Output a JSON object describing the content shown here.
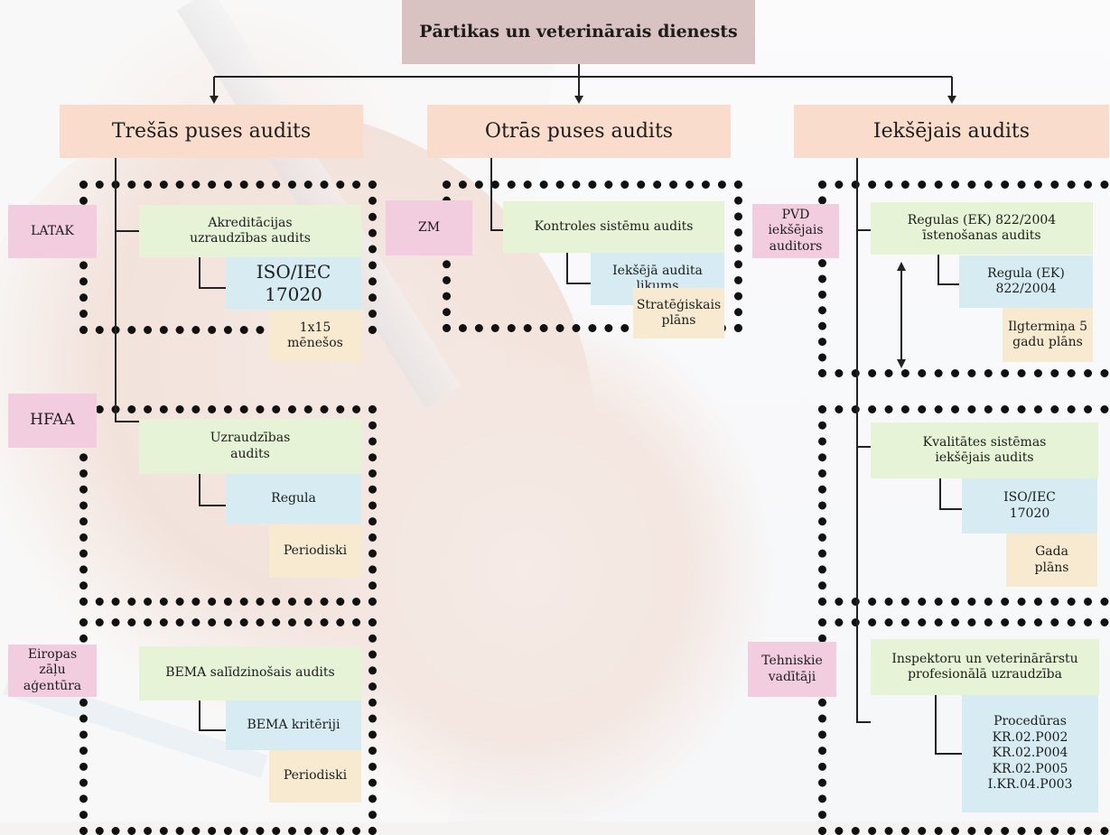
{
  "title": "Pārtikas un veterinārais dienests",
  "columns": [
    {
      "label": "Trešās puses audits",
      "groups": [
        {
          "org": "LATAK",
          "audit": "Akreditācijas\nuzraudzības audits",
          "standard": "ISO/IEC\n17020",
          "frequency": "1x15\nmēnešos"
        },
        {
          "org": "HFAA",
          "audit": "Uzraudzības\naudits",
          "standard": "Regula",
          "frequency": "Periodiski"
        },
        {
          "org": "Eiropas\nzāļu\naģentūra",
          "audit": "BEMA salīdzinošais audits",
          "standard": "BEMA kritēriji",
          "frequency": "Periodiski"
        }
      ]
    },
    {
      "label": "Otrās puses audits",
      "groups": [
        {
          "org": "ZM",
          "audit": "Kontroles sistēmu audits",
          "standard": "Iekšējā audita\nlikums",
          "frequency": "Stratēģiskais\nplāns"
        }
      ]
    },
    {
      "label": "Iekšējais audits",
      "groups": [
        {
          "org": "PVD\niekšējais\nauditors",
          "audit": "Regulas (EK) 822/2004\nīstenošanas audits",
          "standard": "Regula (EK)\n822/2004",
          "frequency": "Ilgtermiņa 5\ngadu plāns"
        },
        {
          "audit": "Kvalitātes sistēmas\niekšējais audits",
          "standard": "ISO/IEC\n17020",
          "frequency": "Gada\nplāns"
        },
        {
          "org": "Tehniskie\nvadītāji",
          "audit": "Inspektoru un veterinārārstu\nprofesionālā uzraudzība",
          "standard": "Procedūras\nKR.02.P002\nKR.02.P004\nKR.02.P005\nI.KR.04.P003"
        }
      ]
    }
  ]
}
